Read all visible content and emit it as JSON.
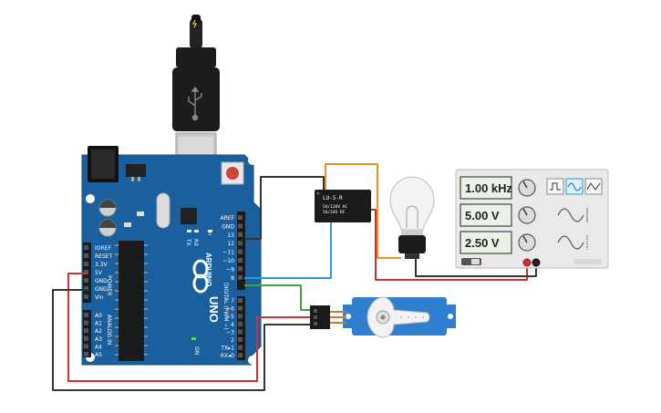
{
  "arduino": {
    "brand": "ARDUINO",
    "model": "UNO",
    "power_section": "POWER",
    "analog_section": "ANALOG IN",
    "digital_section": "DIGITAL (PWM ~)",
    "on_label": "ON",
    "tx_label": "TX",
    "rx_label": "RX",
    "l_label": "L",
    "power_pins": [
      "IOREF",
      "RESET",
      "3.3V",
      "5V",
      "GND",
      "GND",
      "Vin"
    ],
    "analog_pins": [
      "A0",
      "A1",
      "A2",
      "A3",
      "A4",
      "A5"
    ],
    "digital_pins_top": [
      "AREF",
      "GND",
      "13",
      "12",
      "~11",
      "~10",
      "~9",
      "8"
    ],
    "digital_pins_bottom": [
      "7",
      "~6",
      "~5",
      "4",
      "~3",
      "2",
      "TX▸1",
      "RX◂0"
    ]
  },
  "relay": {
    "model": "LU-5-R",
    "line1": "5A/120V AC",
    "line2": "5A/24V DC"
  },
  "function_generator": {
    "frequency": "1.00 kHz",
    "amplitude": "5.00 V",
    "offset": "2.50 V"
  },
  "colors": {
    "board": "#1a5f9e",
    "wire_black": "#333333",
    "wire_red": "#d32f2f",
    "wire_orange": "#e8902a",
    "wire_blue": "#2a9bd6",
    "wire_green": "#3aa83a"
  }
}
